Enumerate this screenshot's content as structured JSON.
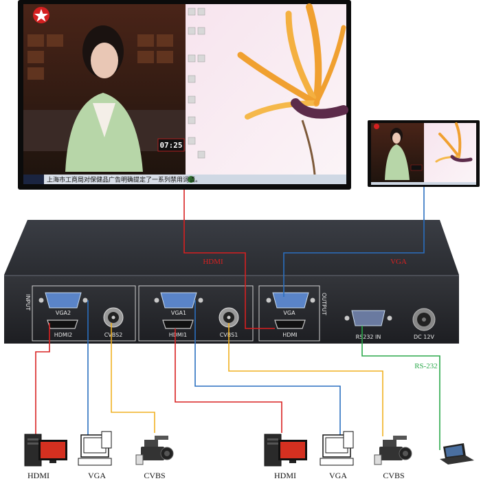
{
  "main_screen": {
    "ticker_text": "上海市工商局对保健品广告明确提定了一系列禁用词语。",
    "clock": "07:25"
  },
  "switcher": {
    "section_input": "INPUT",
    "section_output": "OUTPUT",
    "ports": {
      "vga2": "VGA2",
      "hdmi2": "HDMI2",
      "cvbs2": "CVBS2",
      "vga1": "VGA1",
      "hdmi1": "HDMI1",
      "cvbs1": "CVBS1",
      "vga_out": "VGA",
      "hdmi_out": "HDMI",
      "rs232": "RS232 IN",
      "dc": "DC 12V"
    }
  },
  "connections": {
    "hdmi_out_label": "HDMI",
    "vga_out_label": "VGA",
    "rs232_label": "RS-232"
  },
  "sources": [
    {
      "label": "HDMI",
      "icon": "pc-tower-icon"
    },
    {
      "label": "VGA",
      "icon": "pc-monitor-icon"
    },
    {
      "label": "CVBS",
      "icon": "camcorder-icon"
    },
    {
      "label": "HDMI",
      "icon": "pc-tower-icon"
    },
    {
      "label": "VGA",
      "icon": "pc-monitor-icon"
    },
    {
      "label": "CVBS",
      "icon": "camcorder-icon"
    }
  ],
  "colors": {
    "hdmi": "#d92020",
    "vga": "#2a6fc0",
    "cvbs": "#f0b020",
    "rs232": "#2aa84a"
  }
}
